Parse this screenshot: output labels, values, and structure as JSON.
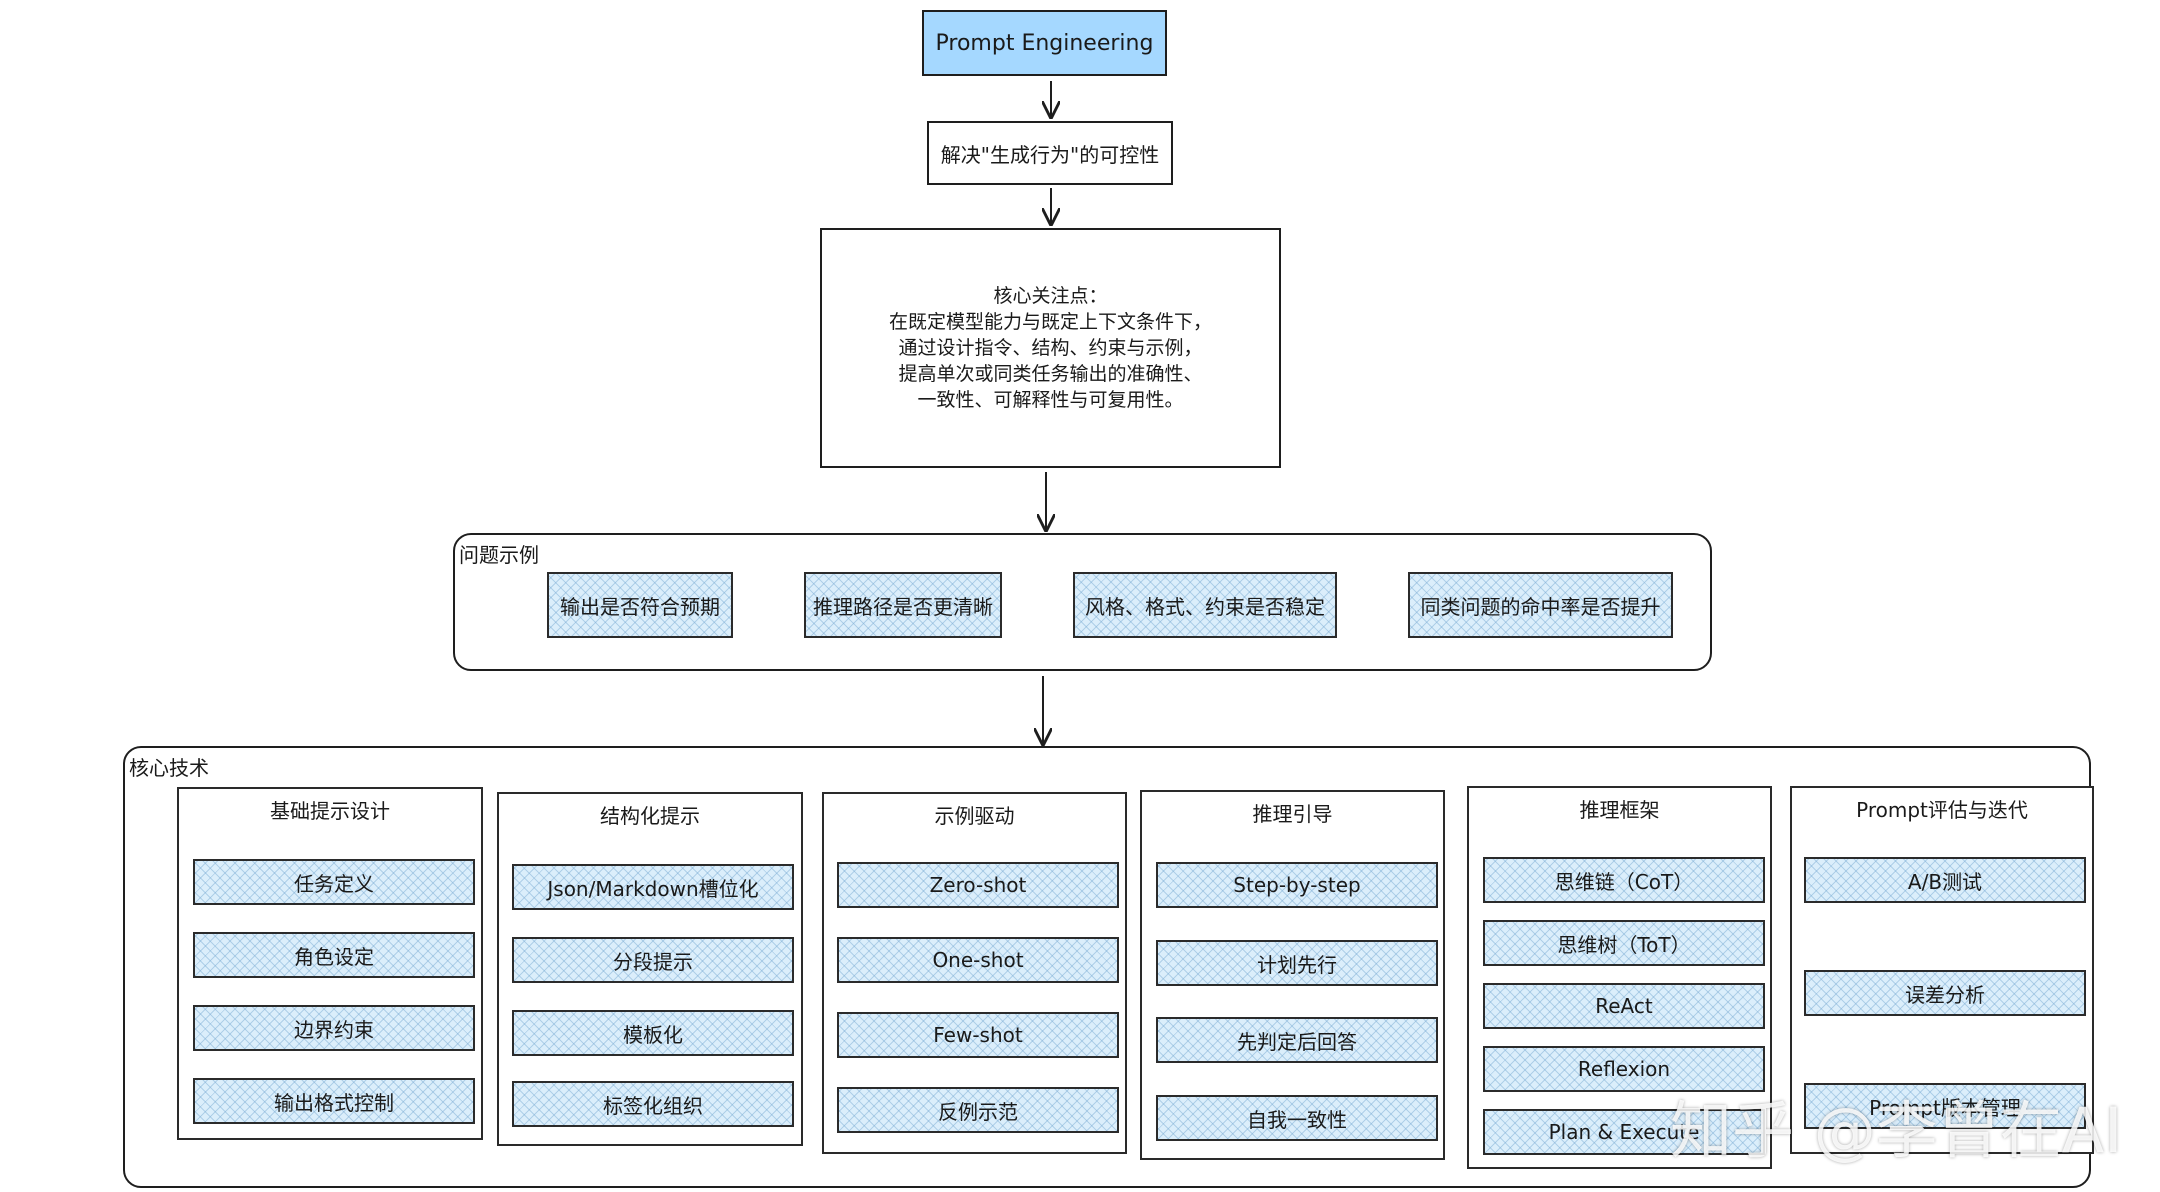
{
  "root": "Prompt Engineering",
  "goal": "解决\"生成行为\"的可控性",
  "core_focus": {
    "heading": "核心关注点：",
    "lines": [
      "在既定模型能力与既定上下文条件下，",
      "通过设计指令、结构、约束与示例，",
      "提高单次或同类任务输出的准确性、",
      "一致性、可解释性与可复用性。"
    ]
  },
  "problems": {
    "label": "问题示例",
    "items": [
      "输出是否符合预期",
      "推理路径是否更清晰",
      "风格、格式、约束是否稳定",
      "同类问题的命中率是否提升"
    ]
  },
  "techniques": {
    "label": "核心技术",
    "columns": [
      {
        "title": "基础提示设计",
        "items": [
          "任务定义",
          "角色设定",
          "边界约束",
          "输出格式控制"
        ]
      },
      {
        "title": "结构化提示",
        "items": [
          "Json/Markdown槽位化",
          "分段提示",
          "模板化",
          "标签化组织"
        ]
      },
      {
        "title": "示例驱动",
        "items": [
          "Zero-shot",
          "One-shot",
          "Few-shot",
          "反例示范"
        ]
      },
      {
        "title": "推理引导",
        "items": [
          "Step-by-step",
          "计划先行",
          "先判定后回答",
          "自我一致性"
        ]
      },
      {
        "title": "推理框架",
        "items": [
          "思维链（CoT）",
          "思维树（ToT）",
          "ReAct",
          "Reflexion",
          "Plan & Execute"
        ]
      },
      {
        "title": "Prompt评估与迭代",
        "items": [
          "A/B测试",
          "误差分析",
          "Prompt版本管理"
        ]
      }
    ]
  },
  "watermark": "知乎 @李曾在AI"
}
